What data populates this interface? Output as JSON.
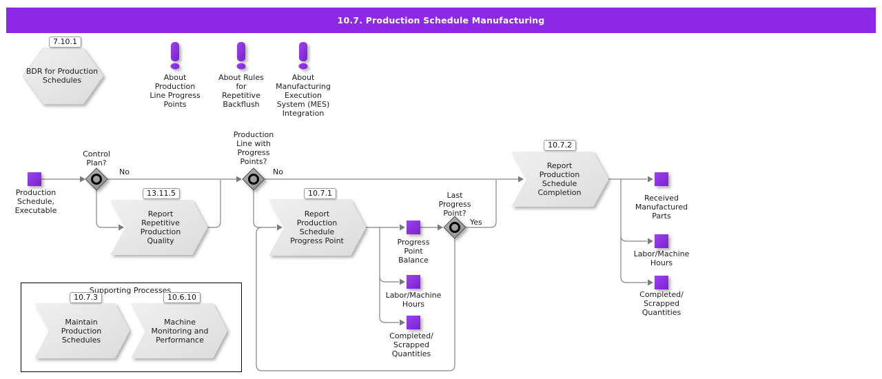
{
  "title_bar": {
    "title": "10.7. Production Schedule Manufacturing",
    "color": "#8c28e6"
  },
  "colors": {
    "accent_purple": "#8a2be2",
    "shape_gray": "#e4e4e4",
    "connector_gray": "#848484"
  },
  "bdr": {
    "badge": "7.10.1",
    "label": "BDR for Production\nSchedules"
  },
  "notes": [
    {
      "label": "About\nProduction\nLine Progress\nPoints"
    },
    {
      "label": "About Rules\nfor\nRepetitive\nBackflush"
    },
    {
      "label": "About\nManufacturing\nExecution\nSystem (MES)\nIntegration"
    }
  ],
  "flow": {
    "input": {
      "label": "Production\nSchedule,\nExecutable"
    },
    "decision1": {
      "label": "Control\nPlan?",
      "branch_label": "No"
    },
    "decision2": {
      "label": "Production\nLine with\nProgress\nPoints?",
      "branch_label": "No"
    },
    "decision3": {
      "label": "Last\nProgress\nPoint?",
      "branch_label": "Yes"
    },
    "step1": {
      "badge": "13.11.5",
      "label": "Report\nRepetitive\nProduction\nQuality"
    },
    "step2": {
      "badge": "10.7.1",
      "label": "Report\nProduction\nSchedule\nProgress Point"
    },
    "step3": {
      "badge": "10.7.2",
      "label": "Report\nProduction\nSchedule\nCompletion"
    },
    "mid_outputs": [
      {
        "label": "Progress\nPoint\nBalance"
      },
      {
        "label": "Labor/Machine\nHours"
      },
      {
        "label": "Completed/\nScrapped\nQuantities"
      }
    ],
    "right_outputs": [
      {
        "label": "Received\nManufactured\nParts"
      },
      {
        "label": "Labor/Machine\nHours"
      },
      {
        "label": "Completed/\nScrapped\nQuantities"
      }
    ]
  },
  "supporting": {
    "title": "Supporting Processes",
    "step1": {
      "badge": "10.7.3",
      "label": "Maintain\nProduction\nSchedules"
    },
    "step2": {
      "badge": "10.6.10",
      "label": "Machine\nMonitoring and\nPerformance"
    }
  }
}
